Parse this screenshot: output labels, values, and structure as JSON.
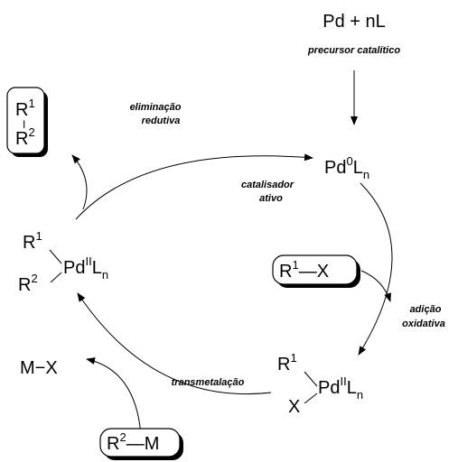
{
  "precursor": {
    "formula": "Pd + nL",
    "caption": "precursor catalítico"
  },
  "active_catalyst": {
    "metal": "Pd",
    "ox_state": "0",
    "ligand": "L",
    "ligand_sub": "n",
    "caption_line1": "catalisador",
    "caption_line2": "ativo"
  },
  "step_labels": {
    "reductive_elim_1": "eliminação",
    "reductive_elim_2": "redutiva",
    "oxidative_add_1": "adição",
    "oxidative_add_2": "oxidativa",
    "transmetalation": "transmetalação"
  },
  "reagents": {
    "r1x": {
      "r": "R",
      "sup": "1",
      "bond": "—",
      "x": "X"
    },
    "r2m": {
      "r": "R",
      "sup": "2",
      "bond": "—",
      "m": "M"
    }
  },
  "product": {
    "r_top": "R",
    "sup_top": "1",
    "bond": "I",
    "r_bottom": "R",
    "sup_bottom": "2"
  },
  "byproduct": {
    "formula": "M−X"
  },
  "intermediate_oxadd": {
    "r": "R",
    "r_sup": "1",
    "x": "X",
    "metal": "Pd",
    "ox_state": "II",
    "ligand": "L",
    "ligand_sub": "n"
  },
  "intermediate_trans": {
    "r1": "R",
    "r1_sup": "1",
    "r2": "R",
    "r2_sup": "2",
    "metal": "Pd",
    "ox_state": "II",
    "ligand": "L",
    "ligand_sub": "n"
  }
}
